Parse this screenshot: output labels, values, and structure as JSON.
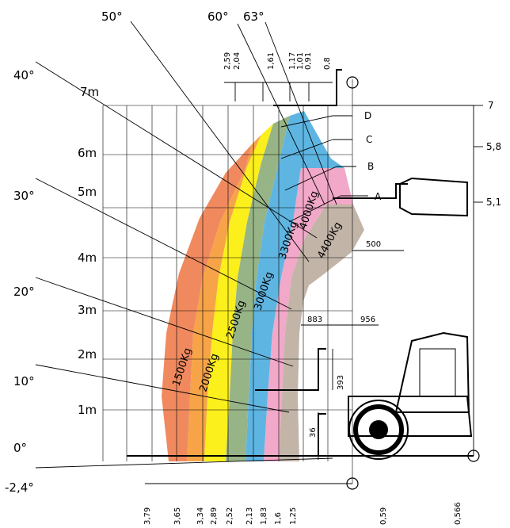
{
  "height_labels": [
    "7m",
    "6m",
    "5m",
    "4m",
    "3m",
    "2m",
    "1m"
  ],
  "angle_labels": [
    "50°",
    "60°",
    "63°",
    "40°",
    "30°",
    "20°",
    "10°",
    "0°",
    "-2,4°"
  ],
  "load_zones": [
    {
      "label": "1500Kg",
      "color": "#f08a5e"
    },
    {
      "label": "2000Kg",
      "color": "#f6a447"
    },
    {
      "label": "2500Kg",
      "color": "#fbef1c"
    },
    {
      "label": "3000Kg",
      "color": "#97b487"
    },
    {
      "label": "3300Kg",
      "color": "#5fb5e2"
    },
    {
      "label": "4000Kg",
      "color": "#f2a8c8"
    },
    {
      "label": "4400Kg",
      "color": "#c2b5a8"
    }
  ],
  "top_dimensions": [
    "2,59",
    "2,04",
    "1,61",
    "1,17",
    "1,01",
    "0,91",
    "0,8"
  ],
  "bottom_dimensions": [
    "3,79",
    "3,65",
    "3,34",
    "2,89",
    "2,52",
    "2,13",
    "1,83",
    "1,6",
    "1,25",
    "0,59",
    "0,566"
  ],
  "right_dimensions": [
    "7",
    "5,8",
    "5,1"
  ],
  "fork_positions": [
    "D",
    "C",
    "B",
    "A"
  ],
  "measurements": {
    "m500": "500",
    "m883": "883",
    "m956": "956",
    "m393": "393",
    "m36": "36"
  }
}
